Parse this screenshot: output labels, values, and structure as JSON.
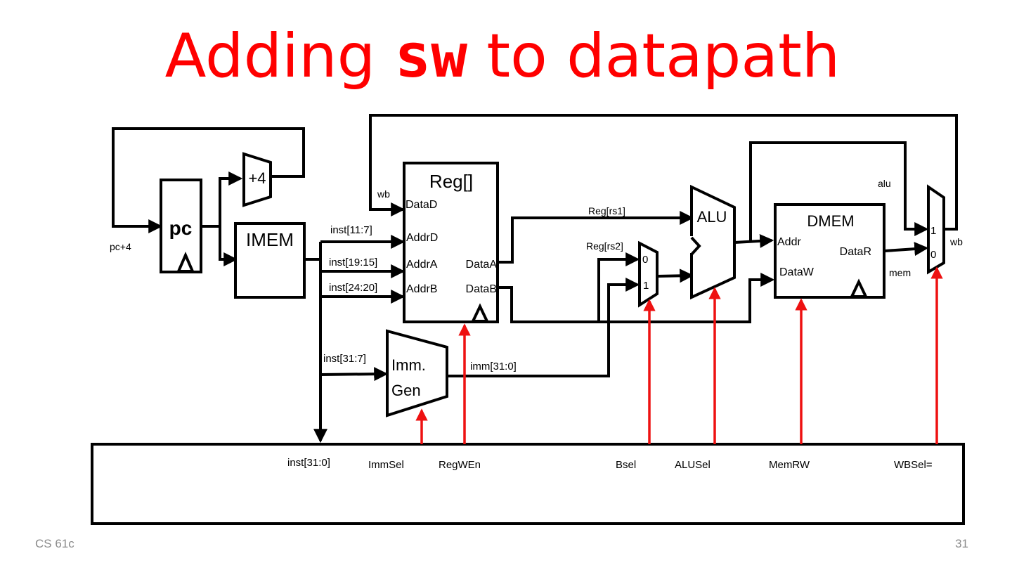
{
  "title": {
    "prefix": "Adding ",
    "code": "sw",
    "suffix": " to datapath",
    "color": "#ff0000"
  },
  "blocks": {
    "pc": "pc",
    "adder": "+4",
    "imem": "IMEM",
    "reg": "Reg[]",
    "alu": "ALU",
    "dmem": "DMEM",
    "immgen_line1": "Imm.",
    "immgen_line2": "Gen"
  },
  "ports": {
    "datad": "DataD",
    "addrd": "AddrD",
    "addra": "AddrA",
    "addrb": "AddrB",
    "dataa": "DataA",
    "datab": "DataB",
    "addr": "Addr",
    "datar": "DataR",
    "dataw": "DataW",
    "bmux_in0": "0",
    "bmux_in1": "1",
    "wbmux_in1": "1",
    "wbmux_in0": "0"
  },
  "wires": {
    "pc_plus4": "pc+4",
    "wb_reg": "wb",
    "inst_11_7": "inst[11:7]",
    "inst_19_15": "inst[19:15]",
    "inst_24_20": "inst[24:20]",
    "inst_31_7": "inst[31:7]",
    "imm": "imm[31:0]",
    "reg_rs1": "Reg[rs1]",
    "reg_rs2": "Reg[rs2]",
    "alu_out": "alu",
    "mem_out": "mem",
    "wb_out": "wb"
  },
  "control": {
    "inst": "inst[31:0]",
    "signals": [
      "ImmSel",
      "RegWEn",
      "Bsel",
      "ALUSel",
      "MemRW",
      "WBSel="
    ],
    "signal_color": "#ee1111"
  },
  "footer": {
    "course": "CS 61c",
    "page": "31"
  }
}
